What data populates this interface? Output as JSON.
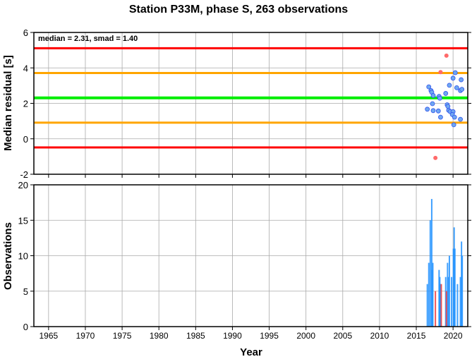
{
  "chart_data": [
    {
      "type": "scatter",
      "title": "Station P33M, phase S, 263 observations",
      "annotation": "median = 2.31, smad = 1.40",
      "xlabel": "",
      "ylabel": "Median residual [s]",
      "xlim": [
        1963,
        2022
      ],
      "ylim": [
        -2,
        6
      ],
      "yticks": [
        "-2",
        "0",
        "2",
        "4",
        "6"
      ],
      "grid": true,
      "reference_lines": [
        {
          "value": 5.11,
          "color": "#ff0000"
        },
        {
          "value": 3.71,
          "color": "#ffa500"
        },
        {
          "value": 2.31,
          "color": "#00ee00"
        },
        {
          "value": 0.91,
          "color": "#ffa500"
        },
        {
          "value": -0.49,
          "color": "#ff0000"
        }
      ],
      "series": [
        {
          "name": "normal",
          "color": "#6fa8f0",
          "points": [
            [
              2020.3,
              3.73
            ],
            [
              2020.0,
              3.42
            ],
            [
              2021.1,
              3.33
            ],
            [
              2016.7,
              2.93
            ],
            [
              2019.5,
              3.02
            ],
            [
              2017.0,
              2.72
            ],
            [
              2017.1,
              2.63
            ],
            [
              2020.5,
              2.88
            ],
            [
              2021.0,
              2.72
            ],
            [
              2021.2,
              2.79
            ],
            [
              2019.0,
              2.56
            ],
            [
              2017.3,
              2.44
            ],
            [
              2018.1,
              2.39
            ],
            [
              2018.2,
              2.29
            ],
            [
              2017.2,
              1.98
            ],
            [
              2019.2,
              1.92
            ],
            [
              2019.3,
              1.83
            ],
            [
              2016.5,
              1.67
            ],
            [
              2017.3,
              1.59
            ],
            [
              2018.0,
              1.57
            ],
            [
              2019.4,
              1.61
            ],
            [
              2019.6,
              1.54
            ],
            [
              2020.0,
              1.53
            ],
            [
              2019.9,
              1.37
            ],
            [
              2020.2,
              1.22
            ],
            [
              2018.3,
              1.22
            ],
            [
              2021.0,
              1.1
            ],
            [
              2020.1,
              0.79
            ]
          ]
        },
        {
          "name": "outlier",
          "color": "#ff6a6a",
          "points": [
            [
              2019.1,
              4.69
            ],
            [
              2018.3,
              3.76
            ],
            [
              2017.6,
              -1.08
            ]
          ]
        }
      ]
    },
    {
      "type": "bar",
      "xlabel": "Year",
      "ylabel": "Observations",
      "xlim": [
        1963,
        2022
      ],
      "ylim": [
        0,
        20
      ],
      "yticks": [
        "0",
        "5",
        "10",
        "15",
        "20"
      ],
      "xticks": [
        "1965",
        "1970",
        "1975",
        "1980",
        "1985",
        "1990",
        "1995",
        "2000",
        "2005",
        "2010",
        "2015",
        "2020"
      ],
      "grid": true,
      "series": [
        {
          "name": "normal",
          "color": "#1e90ff",
          "bars": [
            [
              2016.5,
              6
            ],
            [
              2016.7,
              9
            ],
            [
              2016.9,
              15
            ],
            [
              2017.1,
              18
            ],
            [
              2017.15,
              8
            ],
            [
              2017.25,
              9
            ],
            [
              2018.1,
              8
            ],
            [
              2018.2,
              7
            ],
            [
              2018.3,
              6
            ],
            [
              2019.0,
              7
            ],
            [
              2019.25,
              9
            ],
            [
              2019.35,
              7
            ],
            [
              2019.5,
              10
            ],
            [
              2019.8,
              7
            ],
            [
              2020.05,
              11
            ],
            [
              2020.15,
              14
            ],
            [
              2020.25,
              11
            ],
            [
              2020.6,
              6
            ],
            [
              2021.0,
              7
            ],
            [
              2021.15,
              12
            ],
            [
              2021.25,
              10
            ]
          ]
        },
        {
          "name": "outlier",
          "color": "#ee3b3b",
          "bars": [
            [
              2017.6,
              5
            ],
            [
              2018.4,
              6
            ],
            [
              2019.1,
              5
            ]
          ]
        }
      ]
    }
  ]
}
